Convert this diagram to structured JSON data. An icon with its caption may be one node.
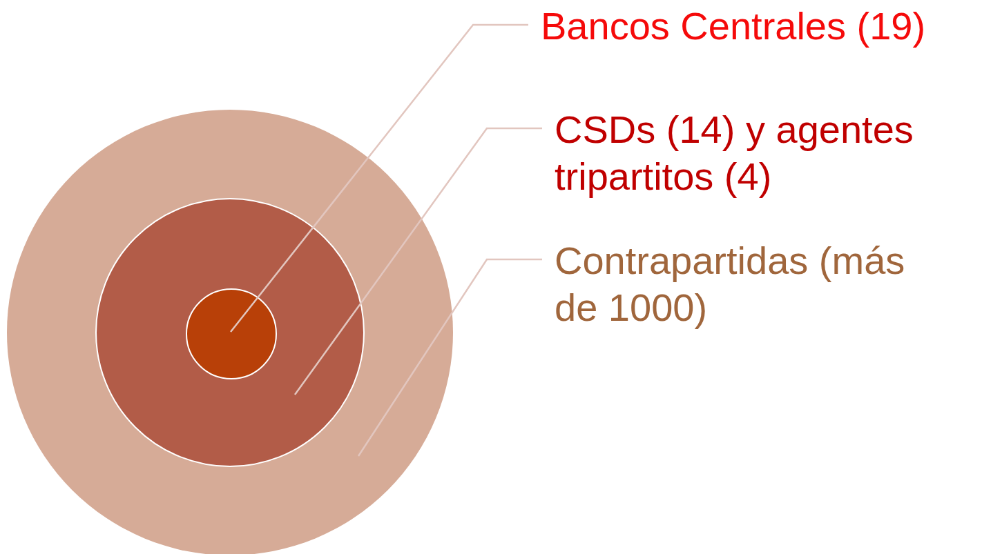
{
  "diagram": {
    "nodes": [
      {
        "text": [
          "Bancos Centrales (19)"
        ]
      },
      {
        "text": [
          "CSDs (14) y agentes tripartitos (4)"
        ]
      },
      {
        "text": [
          "Contrapartidas (más de 1000)"
        ]
      },
      {
        "text": [],
        "shape": "circle"
      },
      {
        "text": [],
        "shape": "circle",
        "in": 3
      },
      {
        "text": [],
        "shape": "circle",
        "in": 4
      }
    ],
    "edges": [
      {
        "from": 0,
        "to": 5,
        "arrow": "none"
      },
      {
        "from": 1,
        "to": 4,
        "arrow": "none"
      },
      {
        "from": 2,
        "to": 3,
        "arrow": "none"
      }
    ]
  }
}
